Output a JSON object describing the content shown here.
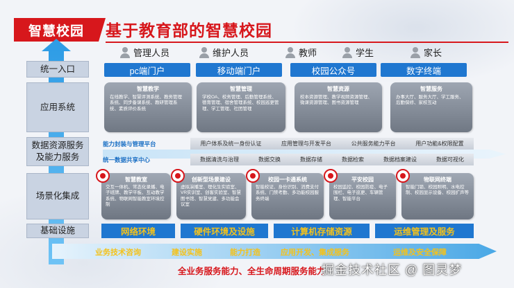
{
  "header": {
    "badge": "智慧校园",
    "title": "基于教育部的智慧校园"
  },
  "layers": [
    "统一入口",
    "应用系统",
    "数据资源服务及能力服务",
    "场景化集成",
    "基础设施"
  ],
  "roles": [
    "管理人员",
    "维护人员",
    "教师",
    "学生",
    "家长"
  ],
  "portals": [
    "pc端门户",
    "移动端门户",
    "校园公众号",
    "数字终端"
  ],
  "apps": [
    {
      "title": "智慧教学",
      "body": "在线教学、智慧评测系统、教务管理系统、同步备课系统、教研管理系统、素质评价系统"
    },
    {
      "title": "智慧管理",
      "body": "学校OA、校务管理、后勤管理系统、德育管理、宿舍管理系统、校园巡更管理、学工管理、社团管理"
    },
    {
      "title": "智慧资源",
      "body": "校本资源管理、教学视频资源管理、微课资源管理、图书资源管理"
    },
    {
      "title": "智慧服务",
      "body": "办事大厅、服务大厅、学工服务、后勤保修、家校互动"
    }
  ],
  "data_rows": [
    {
      "label": "能力封装与管理平台",
      "items": [
        "用户体系及统一身份认证",
        "应用管理与开发平台",
        "公共服务能力平台",
        "用户功能&权限配置"
      ]
    },
    {
      "label": "统一数据共享中心",
      "items": [
        "数据清洗与治理",
        "数据交换",
        "数据存储",
        "数据检索",
        "数据档案建设",
        "数据可视化"
      ]
    }
  ],
  "scenes": [
    {
      "title": "智慧教室",
      "body": "交互一体机、常态化录播、电子班牌、教学平板、互动教学系统、物联网智能教室环境控制"
    },
    {
      "title": "创新型场景建设",
      "body": "虚拟演播室、理化生实验室、VR实训室、创客实验室、智慧图书馆、智慧党建、多功能会议室"
    },
    {
      "title": "校园一卡通系统",
      "body": "智能校证、身份识别、消费支付系统、门禁考勤、多功能校园服务终端"
    },
    {
      "title": "平安校园",
      "body": "校园监控、校园防疫、电子围栏、电子巡更、车辆管理、智能平台"
    },
    {
      "title": "物联网终端",
      "body": "智能门锁、校园照明、水电控制、校园显示设备、校园扩声等"
    }
  ],
  "infra": [
    "网络环境",
    "硬件环境及设施",
    "计算机存储资源",
    "运维管理及服务"
  ],
  "steps": [
    "业务技术咨询",
    "建设实施",
    "能力打造",
    "应用开发、集成服务",
    "运维及安全保障"
  ],
  "motto": "全业务服务能力、全生命周期服务能力",
  "watermark": "掘金技术社区 @ 图灵梦",
  "colors": {
    "red": "#d7171c",
    "blue": "#1f77d0",
    "gold": "#f4c21b"
  }
}
